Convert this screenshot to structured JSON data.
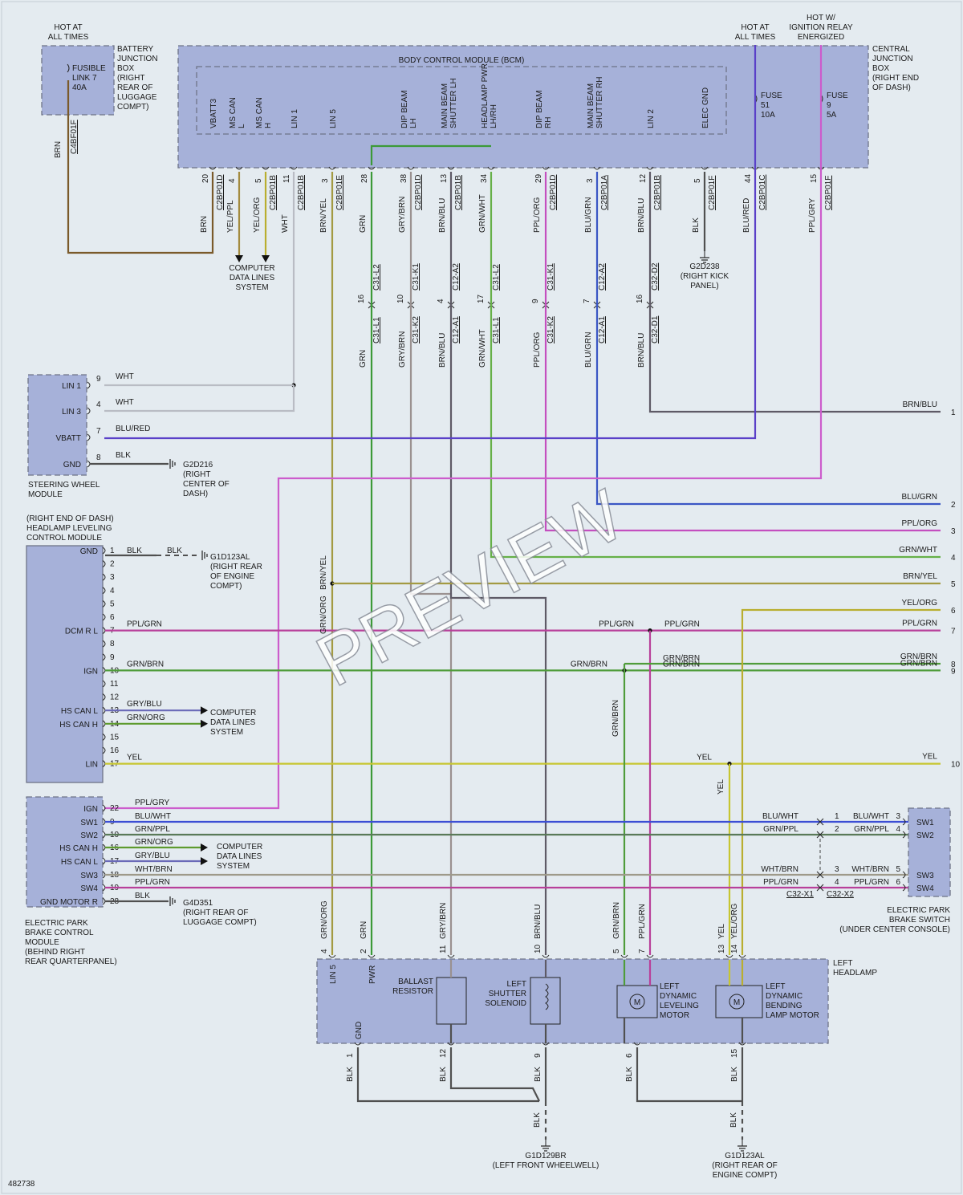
{
  "figure_id": "482738",
  "watermark": "PREVIEW",
  "colors": {
    "BRN": "#7a5a2a",
    "YELPPL": "#a38b3f",
    "YELORG": "#b9ae30",
    "WHT": "#b9bcc4",
    "BRNYEL": "#a39a42",
    "GRN": "#3c9a38",
    "GRYBRN": "#9a9190",
    "BRNBLU": "#5e5a66",
    "GRNWHT": "#66b048",
    "PPLORG": "#c44fbf",
    "BLUGRN": "#3a56c4",
    "BLK": "#505050",
    "BLURED": "#5a40c8",
    "PPLGRY": "#cc5ccc",
    "PPLGRN": "#b8409a",
    "GRNBRN": "#4f9c3a",
    "YEL": "#c7c631",
    "GRYBLU": "#6a6ab8",
    "GRNORG": "#5e9b2e",
    "BLUWHT": "#3c4ed4",
    "GRNPPL": "#5a7a58",
    "WHTBRN": "#9e9a8a"
  },
  "bcm": {
    "title": "BODY CONTROL MODULE (BCM)",
    "pins": [
      "VBATT3",
      "MS CAN L",
      "MS CAN H",
      "LIN 1",
      "LIN 5",
      "DIP BEAM LH",
      "MAIN BEAM SHUTTER LH",
      "HEADLAMP PWR LH/RH",
      "DIP BEAM RH",
      "MAIN BEAM SHUTTER RH",
      "LIN 2",
      "ELEC GND"
    ],
    "pin_nums": [
      "20",
      "4",
      "5",
      "11",
      "3",
      "28",
      "38",
      "13",
      "34",
      "29",
      "3",
      "12",
      "5",
      "44",
      "15"
    ],
    "connectors": [
      "C2BP01D",
      "C2BP01B",
      "C2BP01E",
      "C2BP01D",
      "C2BP01B",
      "C2BP01D",
      "C2BP01A",
      "C2BP01B",
      "C2BP01F",
      "C2BP01C",
      "C2BP01F"
    ],
    "wires": [
      "BRN",
      "YEL/PPL",
      "YEL/ORG",
      "WHT",
      "BRN/YEL",
      "GRN",
      "GRY/BRN",
      "BRN/BLU",
      "GRN/WHT",
      "PPL/ORG",
      "BLU/GRN",
      "BRN/BLU",
      "BLK",
      "BLU/RED",
      "PPL/GRY"
    ]
  },
  "battery_box": {
    "hot": "HOT AT ALL TIMES",
    "fuse": "FUSIBLE LINK 7",
    "amps": "40A",
    "name": "BATTERY JUNCTION BOX (RIGHT REAR OF LUGGAGE COMPT)",
    "connector": "C4BF01F",
    "wire": "BRN"
  },
  "cjb": {
    "hot1": "HOT AT ALL TIMES",
    "hot2": "HOT W/ IGNITION RELAY ENERGIZED",
    "fuse51": "FUSE 51",
    "amps51": "10A",
    "fuse9": "FUSE 9",
    "amps9": "5A",
    "name": "CENTRAL JUNCTION BOX (RIGHT END OF DASH)"
  },
  "cdls": "COMPUTER DATA LINES SYSTEM",
  "g2d238": "G2D238 (RIGHT KICK PANEL)",
  "inline": {
    "nums": [
      "16",
      "10",
      "4",
      "17",
      "9",
      "7",
      "16"
    ],
    "top": [
      "C31-L2",
      "C31-K1",
      "C12-A2",
      "C31-L2",
      "C31-K1",
      "C12-A2",
      "C32-D2"
    ],
    "bot": [
      "C31-L1",
      "C31-K2",
      "C12-A1",
      "C31-L1",
      "C31-K2",
      "C12-A1",
      "C32-D1"
    ],
    "wires": [
      "GRN",
      "GRY/BRN",
      "BRN/BLU",
      "GRN/WHT",
      "PPL/ORG",
      "BLU/GRN",
      "BRN/BLU"
    ]
  },
  "swm": {
    "name": "STEERING WHEEL MODULE",
    "pins": [
      "LIN 1",
      "LIN 3",
      "VBATT",
      "GND"
    ],
    "nums": [
      "9",
      "4",
      "7",
      "8"
    ],
    "wires": [
      "WHT",
      "WHT",
      "BLU/RED",
      "BLK"
    ],
    "ground": "G2D216 (RIGHT CENTER OF DASH)"
  },
  "hlcm": {
    "name": "(RIGHT END OF DASH) HEADLAMP LEVELING CONTROL MODULE",
    "labels": [
      "GND",
      "DCM R L",
      "IGN",
      "HS CAN L",
      "HS CAN H",
      "LIN"
    ],
    "nums": [
      "1",
      "2",
      "3",
      "4",
      "5",
      "6",
      "7",
      "8",
      "9",
      "10",
      "11",
      "12",
      "13",
      "14",
      "15",
      "16",
      "17"
    ],
    "w_gnd": "BLK",
    "w_dcm": "PPL/GRN",
    "w_ign": "GRN/BRN",
    "w_canl": "GRY/BLU",
    "w_canh": "GRN/ORG",
    "w_lin": "YEL",
    "ground": "G1D123AL (RIGHT REAR OF ENGINE COMPT)"
  },
  "epbm": {
    "name": "ELECTRIC PARK BRAKE CONTROL MODULE (BEHIND RIGHT REAR QUARTERPANEL)",
    "labels": [
      "IGN",
      "SW1",
      "SW2",
      "HS CAN H",
      "HS CAN L",
      "SW3",
      "SW4",
      "GND MOTOR R"
    ],
    "nums": [
      "22",
      "9",
      "10",
      "16",
      "17",
      "18",
      "19",
      "28"
    ],
    "wires": [
      "PPL/GRY",
      "BLU/WHT",
      "GRN/PPL",
      "GRN/ORG",
      "GRY/BLU",
      "WHT/BRN",
      "PPL/GRN",
      "BLK"
    ],
    "ground": "G4D351 (RIGHT REAR OF LUGGAGE COMPT)"
  },
  "epbs": {
    "name": "ELECTRIC PARK BRAKE SWITCH (UNDER CENTER CONSOLE)",
    "labels": [
      "SW1",
      "SW2",
      "SW3",
      "SW4"
    ],
    "x_pins": [
      "1",
      "2",
      "3",
      "4"
    ],
    "s_pins": [
      "3",
      "4",
      "5",
      "6"
    ],
    "connectors": [
      "C32-X1",
      "C32-X2"
    ]
  },
  "right_refs": {
    "nums": [
      "1",
      "2",
      "3",
      "4",
      "5",
      "6",
      "7",
      "8",
      "9",
      "10"
    ],
    "wires": [
      "BRN/BLU",
      "BLU/GRN",
      "PPL/ORG",
      "GRN/WHT",
      "BRN/YEL",
      "YEL/ORG",
      "PPL/GRN",
      "GRN/BRN",
      "GRN/BRN",
      "YEL"
    ]
  },
  "mid_labels": {
    "pplgrn": "PPL/GRN",
    "grnbrn": "GRN/BRN",
    "yel": "YEL"
  },
  "headlamp": {
    "name": "LEFT HEADLAMP",
    "pins": [
      "LIN 5",
      "PWR",
      "GND"
    ],
    "top_nums": [
      "4",
      "2",
      "11",
      "10",
      "5",
      "7",
      "13",
      "14"
    ],
    "top_wires": [
      "GRN/ORG",
      "GRN",
      "GRY/BRN",
      "BRN/BLU",
      "GRN/BRN",
      "PPL/GRN",
      "YEL",
      "YEL/ORG"
    ],
    "bot_nums": [
      "1",
      "12",
      "9",
      "6",
      "15"
    ],
    "components": [
      "BALLAST RESISTOR",
      "LEFT SHUTTER SOLENOID",
      "LEFT DYNAMIC LEVELING MOTOR",
      "LEFT DYNAMIC BENDING LAMP MOTOR"
    ],
    "motor": "M",
    "w_blk": "BLK",
    "ground1": "G1D129BR (LEFT FRONT WHEELWELL)",
    "ground2": "G1D123AL (RIGHT REAR OF ENGINE COMPT)"
  }
}
